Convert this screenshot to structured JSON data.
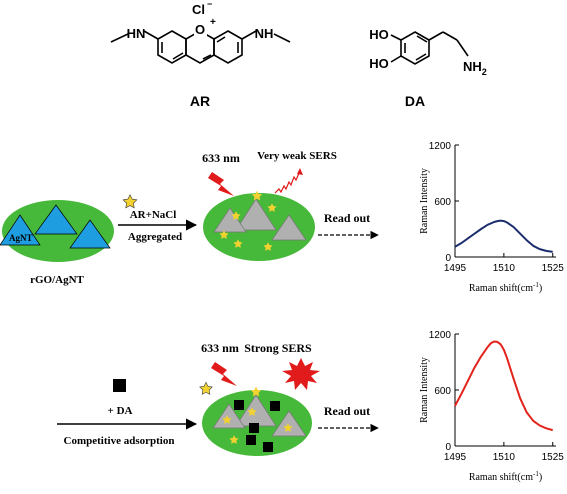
{
  "structures": {
    "cl_label": "Cl",
    "cl_charge": "−",
    "o_label": "O",
    "o_charge": "+",
    "hn_left": "HN",
    "nh_right": "NH",
    "ho_top": "HO",
    "ho_bottom": "HO",
    "nh2_n": "NH",
    "nh2_sub": "2",
    "ar_name": "AR",
    "da_name": "DA"
  },
  "scheme": {
    "row1": {
      "sheet_label": "rGO/AgNT",
      "agnt_label": "AgNT",
      "reagent": "AR+NaCl",
      "step": "Aggregated",
      "laser": "633 nm",
      "sers": "Very weak SERS",
      "readout": "Read out"
    },
    "row2": {
      "reagent": "+ DA",
      "step": "Competitive adsorption",
      "laser": "633 nm",
      "sers": "Strong SERS",
      "readout": "Read out"
    },
    "colors": {
      "sheet": "#47b93a",
      "triangle_blue": "#1e9ee0",
      "triangle_gray": "#b0b0b0",
      "star": "#f2d230",
      "laser": "#e11b1b",
      "spectrum_weak": "#1d2e6e",
      "spectrum_strong": "#e3231b"
    }
  },
  "chart_data": [
    {
      "type": "line",
      "xlabel_main": "Raman shift(cm",
      "xlabel_sup": "-1",
      "xlabel_end": ")",
      "ylabel": "Raman Intensity",
      "xticks": [
        "1495",
        "1510",
        "1525"
      ],
      "yticks": [
        "0",
        "600",
        "1200"
      ],
      "xlim": [
        1495,
        1526
      ],
      "ylim": [
        0,
        1200
      ],
      "series": [
        {
          "x": [
            1495,
            1497,
            1499,
            1501,
            1503,
            1505,
            1507,
            1508,
            1509,
            1510,
            1511,
            1513,
            1515,
            1517,
            1519,
            1521,
            1523,
            1525
          ],
          "y": [
            110,
            150,
            200,
            250,
            300,
            345,
            375,
            385,
            390,
            385,
            370,
            320,
            250,
            180,
            120,
            85,
            65,
            55
          ]
        }
      ]
    },
    {
      "type": "line",
      "xlabel_main": "Raman shift(cm",
      "xlabel_sup": "-1",
      "xlabel_end": ")",
      "ylabel": "Raman Intensity",
      "xticks": [
        "1495",
        "1510",
        "1525"
      ],
      "yticks": [
        "0",
        "600",
        "1200"
      ],
      "xlim": [
        1495,
        1526
      ],
      "ylim": [
        0,
        1200
      ],
      "series": [
        {
          "x": [
            1495,
            1497,
            1499,
            1501,
            1503,
            1505,
            1506,
            1507,
            1508,
            1509,
            1510,
            1511,
            1513,
            1515,
            1517,
            1519,
            1521,
            1523,
            1525
          ],
          "y": [
            430,
            560,
            700,
            840,
            960,
            1060,
            1100,
            1120,
            1115,
            1090,
            1030,
            940,
            720,
            510,
            360,
            270,
            220,
            190,
            170
          ]
        }
      ]
    }
  ]
}
